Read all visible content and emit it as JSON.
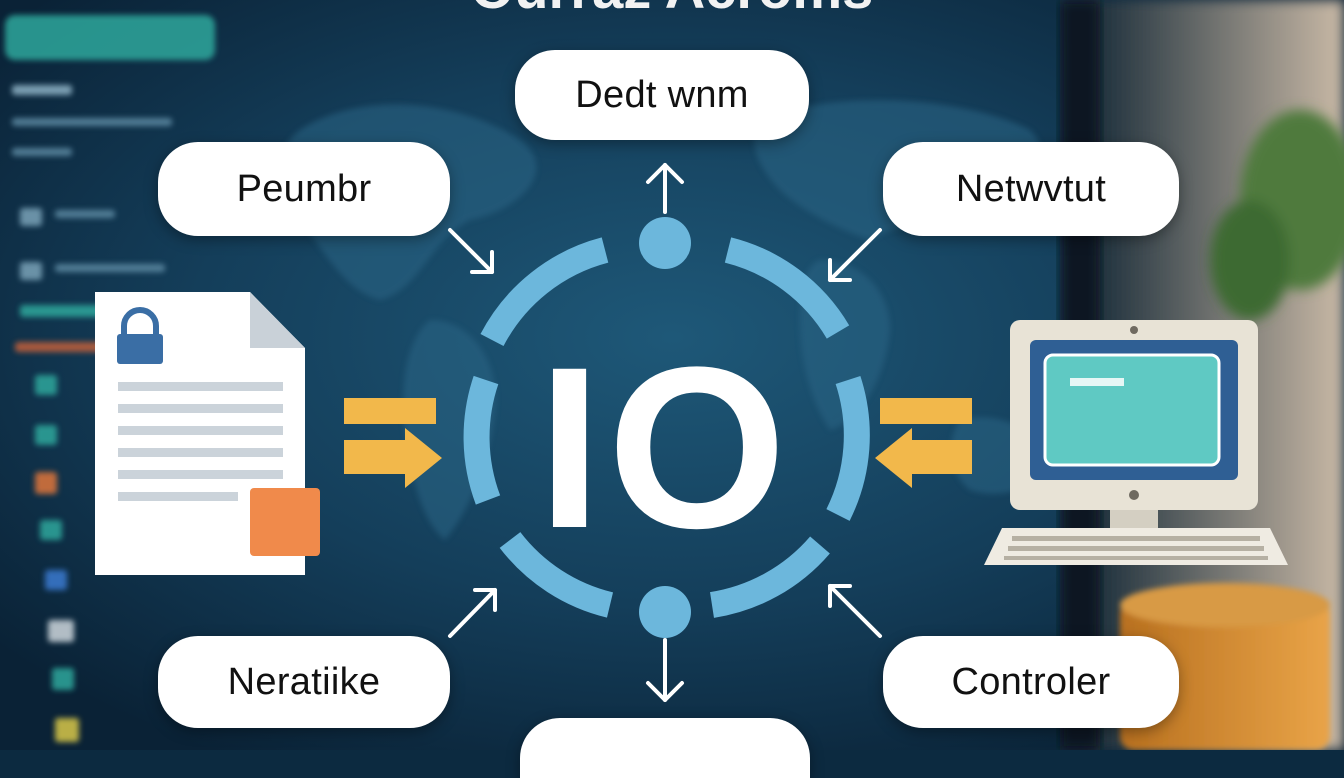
{
  "header": {
    "title_partial": "Ourraz Acroms"
  },
  "center": {
    "label": "IO"
  },
  "nodes": {
    "top": "Dedt wnm",
    "top_left": "Peumbr",
    "top_right": "Netwvtut",
    "bottom_left": "Neratiike",
    "bottom_right": "Controler"
  },
  "icons": {
    "left": "locked-document-icon",
    "right": "desktop-computer-icon"
  },
  "colors": {
    "background": "#0c2a40",
    "ring": "#6cb7dc",
    "arrow_accent": "#f2b84b",
    "document_badge": "#f08a4b",
    "screen_fill": "#5fc9c3",
    "lock": "#3a6ea5"
  }
}
